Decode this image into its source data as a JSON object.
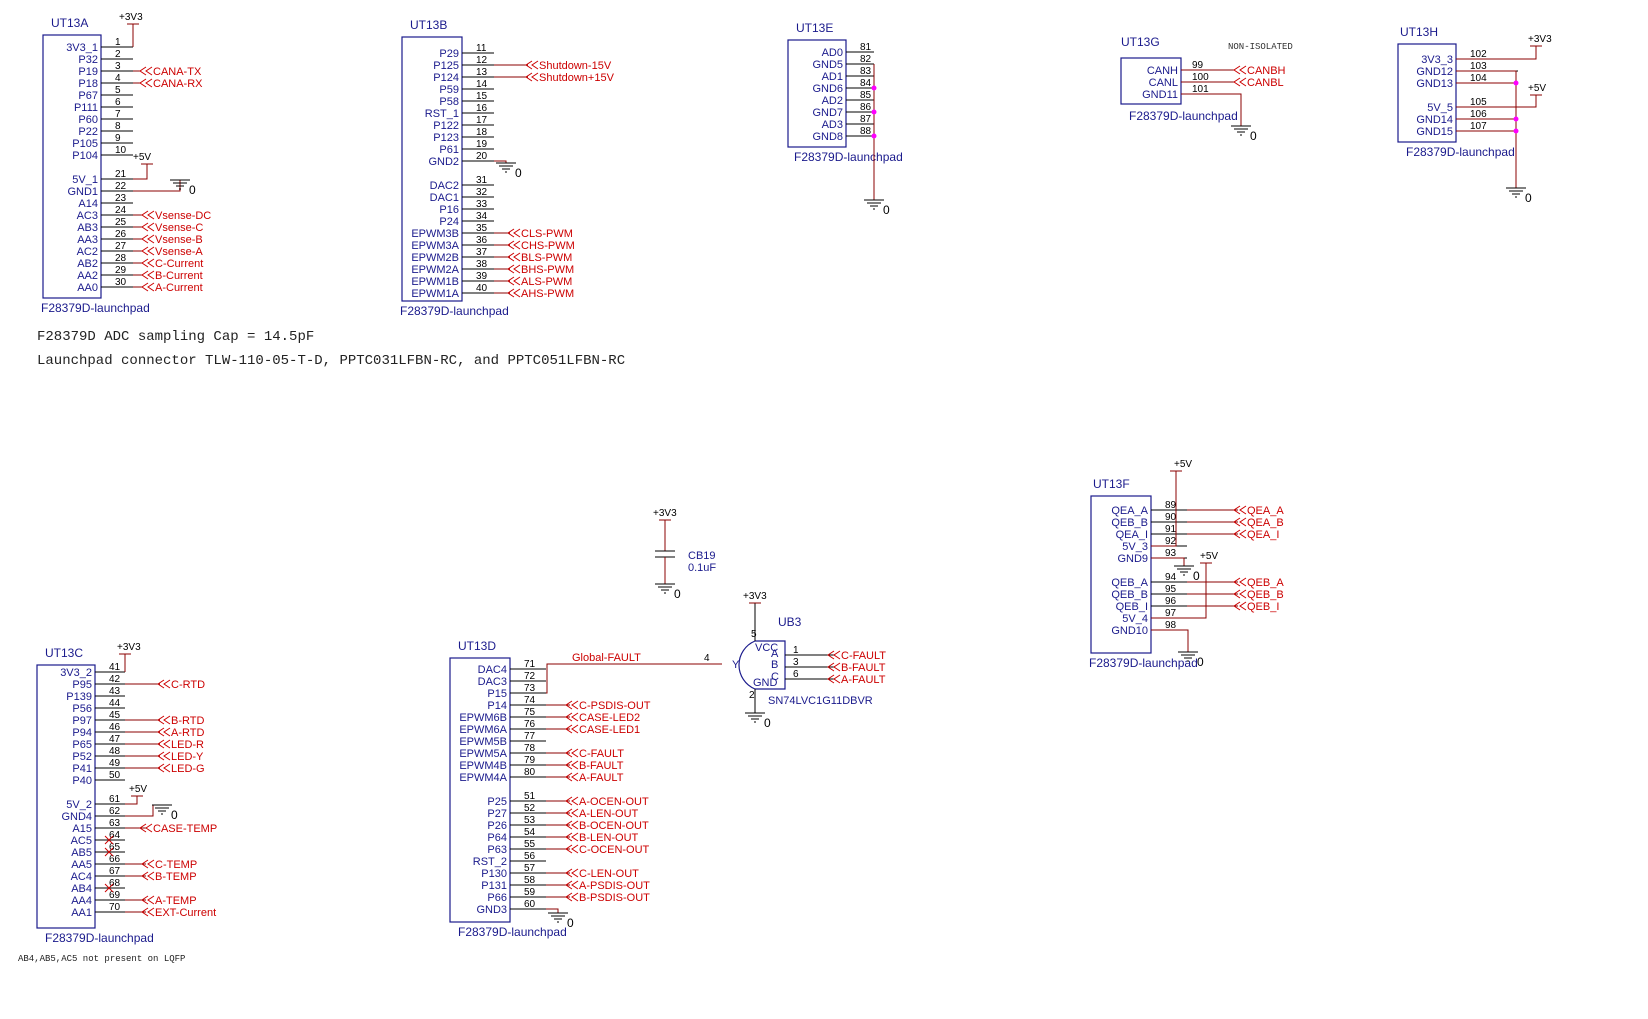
{
  "parts": [
    {
      "id": "UT13A",
      "footer": "F28379D-launchpad",
      "pins": [
        {
          "n": "3V3_1",
          "num": "1"
        },
        {
          "n": "P32",
          "num": "2"
        },
        {
          "n": "P19",
          "num": "3"
        },
        {
          "n": "P18",
          "num": "4"
        },
        {
          "n": "P67",
          "num": "5"
        },
        {
          "n": "P111",
          "num": "6"
        },
        {
          "n": "P60",
          "num": "7"
        },
        {
          "n": "P22",
          "num": "8"
        },
        {
          "n": "P105",
          "num": "9"
        },
        {
          "n": "P104",
          "num": "10"
        },
        {
          "n": "",
          "num": ""
        },
        {
          "n": "5V_1",
          "num": "21"
        },
        {
          "n": "GND1",
          "num": "22"
        },
        {
          "n": "A14",
          "num": "23"
        },
        {
          "n": "AC3",
          "num": "24"
        },
        {
          "n": "AB3",
          "num": "25"
        },
        {
          "n": "AA3",
          "num": "26"
        },
        {
          "n": "AC2",
          "num": "27"
        },
        {
          "n": "AB2",
          "num": "28"
        },
        {
          "n": "AA2",
          "num": "29"
        },
        {
          "n": "AA0",
          "num": "30"
        }
      ]
    },
    {
      "id": "UT13B",
      "footer": "F28379D-launchpad",
      "pins": [
        {
          "n": "P29",
          "num": "11"
        },
        {
          "n": "P125",
          "num": "12"
        },
        {
          "n": "P124",
          "num": "13"
        },
        {
          "n": "P59",
          "num": "14"
        },
        {
          "n": "P58",
          "num": "15"
        },
        {
          "n": "RST_1",
          "num": "16"
        },
        {
          "n": "P122",
          "num": "17"
        },
        {
          "n": "P123",
          "num": "18"
        },
        {
          "n": "P61",
          "num": "19"
        },
        {
          "n": "GND2",
          "num": "20"
        },
        {
          "n": "",
          "num": ""
        },
        {
          "n": "DAC2",
          "num": "31"
        },
        {
          "n": "DAC1",
          "num": "32"
        },
        {
          "n": "P16",
          "num": "33"
        },
        {
          "n": "P24",
          "num": "34"
        },
        {
          "n": "EPWM3B",
          "num": "35"
        },
        {
          "n": "EPWM3A",
          "num": "36"
        },
        {
          "n": "EPWM2B",
          "num": "37"
        },
        {
          "n": "EPWM2A",
          "num": "38"
        },
        {
          "n": "EPWM1B",
          "num": "39"
        },
        {
          "n": "EPWM1A",
          "num": "40"
        }
      ]
    },
    {
      "id": "UT13E",
      "footer": "F28379D-launchpad",
      "pins": [
        {
          "n": "AD0",
          "num": "81"
        },
        {
          "n": "GND5",
          "num": "82"
        },
        {
          "n": "AD1",
          "num": "83"
        },
        {
          "n": "GND6",
          "num": "84"
        },
        {
          "n": "AD2",
          "num": "85"
        },
        {
          "n": "GND7",
          "num": "86"
        },
        {
          "n": "AD3",
          "num": "87"
        },
        {
          "n": "GND8",
          "num": "88"
        }
      ]
    },
    {
      "id": "UT13G",
      "footer": "F28379D-launchpad",
      "pins": [
        {
          "n": "CANH",
          "num": "99"
        },
        {
          "n": "CANL",
          "num": "100"
        },
        {
          "n": "GND11",
          "num": "101"
        }
      ]
    },
    {
      "id": "UT13H",
      "footer": "F28379D-launchpad",
      "pins": [
        {
          "n": "3V3_3",
          "num": "102"
        },
        {
          "n": "GND12",
          "num": "103"
        },
        {
          "n": "GND13",
          "num": "104"
        },
        {
          "n": "",
          "num": ""
        },
        {
          "n": "5V_5",
          "num": "105"
        },
        {
          "n": "GND14",
          "num": "106"
        },
        {
          "n": "GND15",
          "num": "107"
        }
      ]
    },
    {
      "id": "UT13C",
      "footer": "F28379D-launchpad",
      "pins": [
        {
          "n": "3V3_2",
          "num": "41"
        },
        {
          "n": "P95",
          "num": "42"
        },
        {
          "n": "P139",
          "num": "43"
        },
        {
          "n": "P56",
          "num": "44"
        },
        {
          "n": "P97",
          "num": "45"
        },
        {
          "n": "P94",
          "num": "46"
        },
        {
          "n": "P65",
          "num": "47"
        },
        {
          "n": "P52",
          "num": "48"
        },
        {
          "n": "P41",
          "num": "49"
        },
        {
          "n": "P40",
          "num": "50"
        },
        {
          "n": "",
          "num": ""
        },
        {
          "n": "5V_2",
          "num": "61"
        },
        {
          "n": "GND4",
          "num": "62"
        },
        {
          "n": "A15",
          "num": "63"
        },
        {
          "n": "AC5",
          "num": "64"
        },
        {
          "n": "AB5",
          "num": "65"
        },
        {
          "n": "AA5",
          "num": "66"
        },
        {
          "n": "AC4",
          "num": "67"
        },
        {
          "n": "AB4",
          "num": "68"
        },
        {
          "n": "AA4",
          "num": "69"
        },
        {
          "n": "AA1",
          "num": "70"
        }
      ]
    },
    {
      "id": "UT13D",
      "footer": "F28379D-launchpad",
      "pins": [
        {
          "n": "DAC4",
          "num": "71"
        },
        {
          "n": "DAC3",
          "num": "72"
        },
        {
          "n": "P15",
          "num": "73"
        },
        {
          "n": "P14",
          "num": "74"
        },
        {
          "n": "EPWM6B",
          "num": "75"
        },
        {
          "n": "EPWM6A",
          "num": "76"
        },
        {
          "n": "EPWM5B",
          "num": "77"
        },
        {
          "n": "EPWM5A",
          "num": "78"
        },
        {
          "n": "EPWM4B",
          "num": "79"
        },
        {
          "n": "EPWM4A",
          "num": "80"
        },
        {
          "n": "",
          "num": ""
        },
        {
          "n": "P25",
          "num": "51"
        },
        {
          "n": "P27",
          "num": "52"
        },
        {
          "n": "P26",
          "num": "53"
        },
        {
          "n": "P64",
          "num": "54"
        },
        {
          "n": "P63",
          "num": "55"
        },
        {
          "n": "RST_2",
          "num": "56"
        },
        {
          "n": "P130",
          "num": "57"
        },
        {
          "n": "P131",
          "num": "58"
        },
        {
          "n": "P66",
          "num": "59"
        },
        {
          "n": "GND3",
          "num": "60"
        }
      ]
    },
    {
      "id": "UT13F",
      "footer": "F28379D-launchpad",
      "pins": [
        {
          "n": "QEA_A",
          "num": "89"
        },
        {
          "n": "QEB_B",
          "num": "90"
        },
        {
          "n": "QEA_I",
          "num": "91"
        },
        {
          "n": "5V_3",
          "num": "92"
        },
        {
          "n": "GND9",
          "num": "93"
        },
        {
          "n": "",
          "num": ""
        },
        {
          "n": "QEB_A",
          "num": "94"
        },
        {
          "n": "QEB_B",
          "num": "95"
        },
        {
          "n": "QEB_I",
          "num": "96"
        },
        {
          "n": "5V_4",
          "num": "97"
        },
        {
          "n": "GND10",
          "num": "98"
        }
      ]
    }
  ],
  "nets": {
    "ut13a": [
      "CANA-TX",
      "CANA-RX",
      "Vsense-DC",
      "Vsense-C",
      "Vsense-B",
      "Vsense-A",
      "C-Current",
      "B-Current",
      "A-Current"
    ],
    "ut13b": [
      "Shutdown-15V",
      "Shutdown+15V",
      "CLS-PWM",
      "CHS-PWM",
      "BLS-PWM",
      "BHS-PWM",
      "ALS-PWM",
      "AHS-PWM"
    ],
    "ut13g": [
      "CANBH",
      "CANBL"
    ],
    "ut13c": [
      "C-RTD",
      "B-RTD",
      "A-RTD",
      "LED-R",
      "LED-Y",
      "LED-G",
      "CASE-TEMP",
      "C-TEMP",
      "B-TEMP",
      "A-TEMP",
      "EXT-Current"
    ],
    "ut13d": [
      "Global-FAULT",
      "C-PSDIS-OUT",
      "CASE-LED2",
      "CASE-LED1",
      "C-FAULT",
      "B-FAULT",
      "A-FAULT",
      "A-OCEN-OUT",
      "A-LEN-OUT",
      "B-OCEN-OUT",
      "B-LEN-OUT",
      "C-OCEN-OUT",
      "C-LEN-OUT",
      "A-PSDIS-OUT",
      "B-PSDIS-OUT"
    ],
    "ut13f": [
      "QEA_A",
      "QEA_B",
      "QEA_I",
      "QEB_A",
      "QEB_B",
      "QEB_I"
    ],
    "ub3": [
      "C-FAULT",
      "B-FAULT",
      "A-FAULT"
    ]
  },
  "power": {
    "p3v3": "+3V3",
    "p5v": "+5V",
    "gnd": "0"
  },
  "cap": {
    "ref": "CB19",
    "value": "0.1uF"
  },
  "gate": {
    "ref": "UB3",
    "part": "SN74LVC1G11DBVR",
    "vcc": "VCC",
    "gnd": "GND",
    "a": "A",
    "b": "B",
    "c": "C",
    "y": "Y",
    "p_vcc": "5",
    "p_gnd": "2",
    "p_y": "4",
    "p_a": "1",
    "p_b": "3",
    "p_c": "6"
  },
  "notes": {
    "adc": "F28379D ADC sampling Cap = 14.5pF",
    "connector": "Launchpad connector TLW-110-05-T-D, PPTC031LFBN-RC, and PPTC051LFBN-RC",
    "lqfp": "AB4,AB5,AC5 not present on LQFP",
    "noniso": "NON-ISOLATED"
  }
}
